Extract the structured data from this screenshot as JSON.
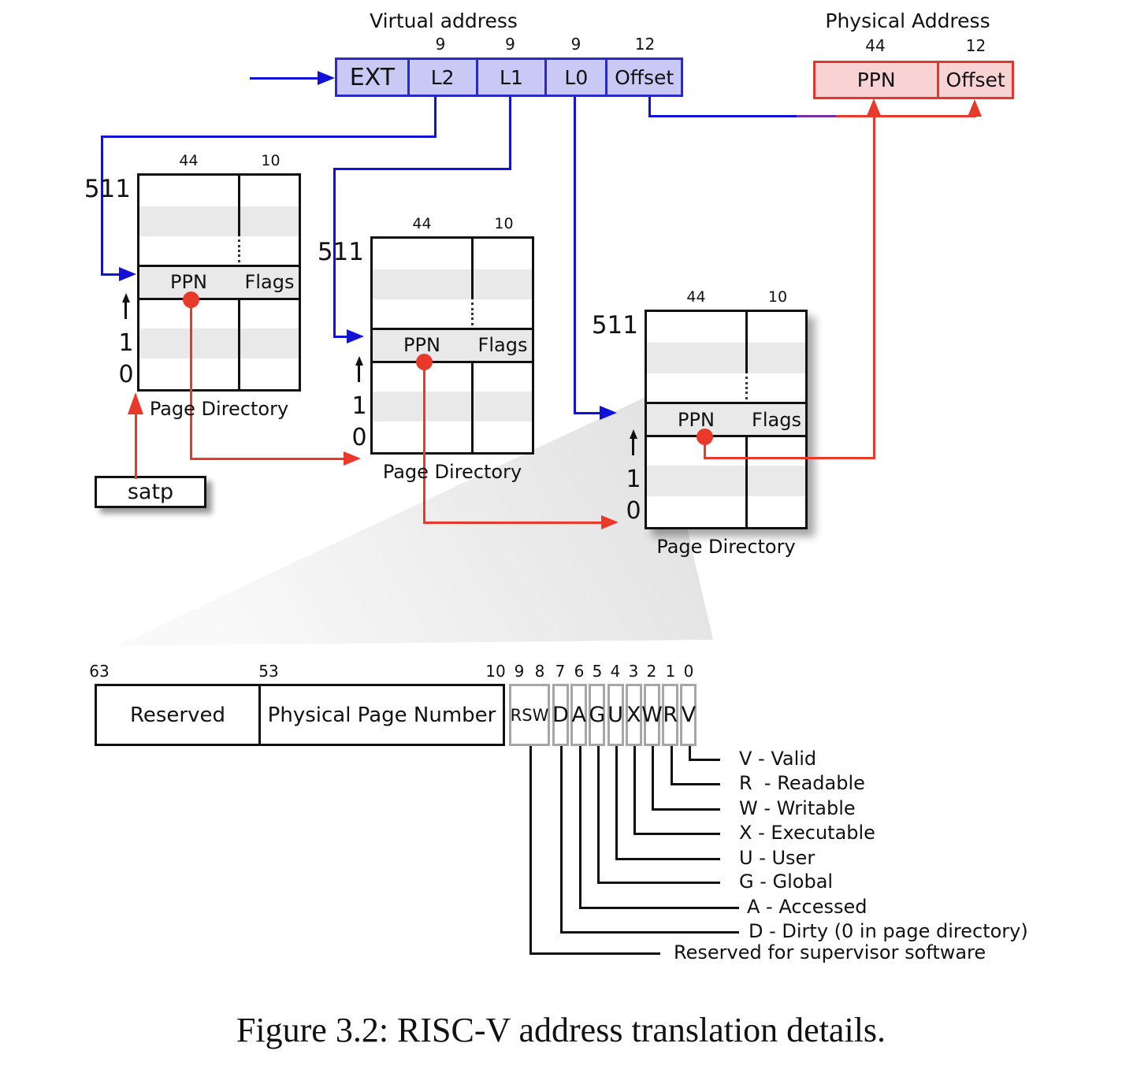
{
  "virtual_address": {
    "title": "Virtual address",
    "fields": [
      {
        "label": "EXT",
        "bits": ""
      },
      {
        "label": "L2",
        "bits": "9"
      },
      {
        "label": "L1",
        "bits": "9"
      },
      {
        "label": "L0",
        "bits": "9"
      },
      {
        "label": "Offset",
        "bits": "12"
      }
    ]
  },
  "physical_address": {
    "title": "Physical Address",
    "fields": [
      {
        "label": "PPN",
        "bits": "44"
      },
      {
        "label": "Offset",
        "bits": "12"
      }
    ]
  },
  "page_directories": [
    {
      "caption": "Page Directory",
      "bits_left": "44",
      "bits_right": "10",
      "top_index": "511",
      "index_one": "1",
      "index_zero": "0",
      "entry_ppn": "PPN",
      "entry_flags": "Flags"
    },
    {
      "caption": "Page Directory",
      "bits_left": "44",
      "bits_right": "10",
      "top_index": "511",
      "index_one": "1",
      "index_zero": "0",
      "entry_ppn": "PPN",
      "entry_flags": "Flags"
    },
    {
      "caption": "Page Directory",
      "bits_left": "44",
      "bits_right": "10",
      "top_index": "511",
      "index_one": "1",
      "index_zero": "0",
      "entry_ppn": "PPN",
      "entry_flags": "Flags"
    }
  ],
  "satp": {
    "label": "satp"
  },
  "pte": {
    "bit_labels": [
      "63",
      "53",
      "10",
      "9",
      "8",
      "7",
      "6",
      "5",
      "4",
      "3",
      "2",
      "1",
      "0"
    ],
    "reserved_label": "Reserved",
    "ppn_label": "Physical Page Number",
    "rsw_label": "RSW",
    "flag_labels": [
      "D",
      "A",
      "G",
      "U",
      "X",
      "W",
      "R",
      "V"
    ]
  },
  "legend": {
    "items": [
      "V - Valid",
      "R  - Readable",
      "W - Writable",
      "X - Executable",
      "U - User",
      "G - Global",
      "A - Accessed",
      "D - Dirty (0 in page directory)",
      "Reserved for supervisor software"
    ]
  },
  "figure_caption": "Figure 3.2: RISC-V address translation details.",
  "colors": {
    "blue_line": "#1212d6",
    "va_fill": "#c9c9f6",
    "va_border": "#2a2ac8",
    "red_line": "#e8392b",
    "pa_fill": "#f9d3d3",
    "pa_border": "#e0392b",
    "row_stripe": "#e9e9e9",
    "gray_box_border": "#a6a6a6"
  }
}
